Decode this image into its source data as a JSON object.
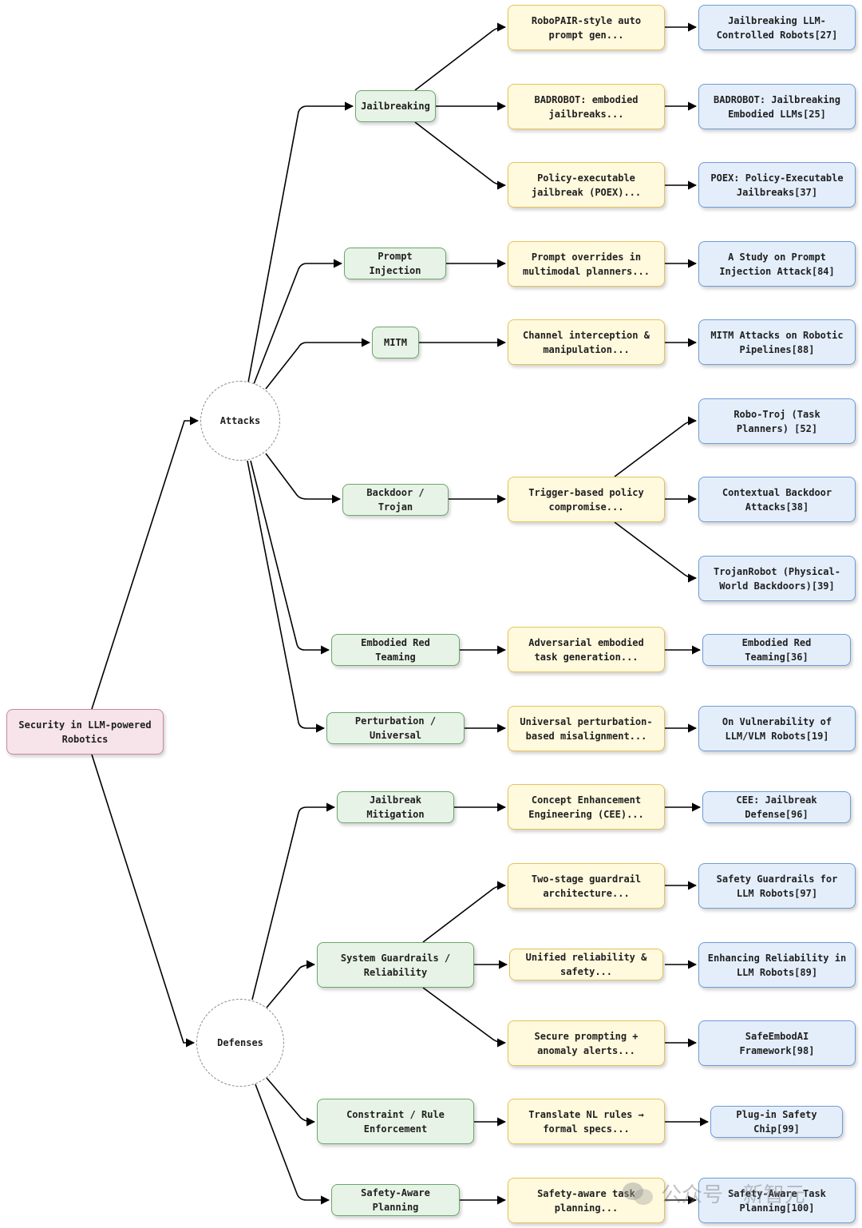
{
  "root": "Security in LLM-powered Robotics",
  "categories": {
    "attacks": "Attacks",
    "defenses": "Defenses"
  },
  "rows": [
    {
      "topic": "Jailbreaking",
      "desc": "RoboPAIR-style auto prompt gen...",
      "ref": "Jailbreaking LLM-Controlled Robots[27]"
    },
    {
      "topic": "",
      "desc": "BADROBOT: embodied jailbreaks...",
      "ref": "BADROBOT: Jailbreaking Embodied LLMs[25]"
    },
    {
      "topic": "",
      "desc": "Policy-executable jailbreak (POEX)...",
      "ref": "POEX: Policy-Executable Jailbreaks[37]"
    },
    {
      "topic": "Prompt Injection",
      "desc": "Prompt overrides in multimodal planners...",
      "ref": "A Study on Prompt Injection Attack[84]"
    },
    {
      "topic": "MITM",
      "desc": "Channel interception & manipulation...",
      "ref": "MITM Attacks on Robotic Pipelines[88]"
    },
    {
      "topic": "",
      "desc": "",
      "ref": "Robo-Troj (Task Planners) [52]"
    },
    {
      "topic": "Backdoor / Trojan",
      "desc": "Trigger-based policy compromise...",
      "ref": "Contextual Backdoor Attacks[38]"
    },
    {
      "topic": "",
      "desc": "",
      "ref": "TrojanRobot (Physical-World Backdoors)[39]"
    },
    {
      "topic": "Embodied Red Teaming",
      "desc": "Adversarial embodied task generation...",
      "ref": "Embodied Red Teaming[36]"
    },
    {
      "topic": "Perturbation / Universal",
      "desc": "Universal perturbation-based misalignment...",
      "ref": "On Vulnerability of LLM/VLM Robots[19]"
    },
    {
      "topic": "Jailbreak Mitigation",
      "desc": "Concept Enhancement Engineering (CEE)...",
      "ref": "CEE: Jailbreak Defense[96]"
    },
    {
      "topic": "",
      "desc": "Two-stage guardrail architecture...",
      "ref": "Safety Guardrails for LLM Robots[97]"
    },
    {
      "topic": "System Guardrails / Reliability",
      "desc": "Unified reliability & safety...",
      "ref": "Enhancing Reliability in LLM Robots[89]"
    },
    {
      "topic": "",
      "desc": "Secure prompting + anomaly alerts...",
      "ref": "SafeEmbodAI Framework[98]"
    },
    {
      "topic": "Constraint / Rule Enforcement",
      "desc": "Translate NL rules → formal specs...",
      "ref": "Plug-in Safety Chip[99]"
    },
    {
      "topic": "Safety-Aware Planning",
      "desc": "Safety-aware task planning...",
      "ref": "Safety-Aware Task Planning[100]"
    }
  ],
  "watermark": "公众号 · 新智元",
  "colors": {
    "root": "#f6e4ea",
    "topic": "#e7f3e6",
    "desc": "#fff9dd",
    "ref": "#e4eefb",
    "edge": "#000000"
  }
}
